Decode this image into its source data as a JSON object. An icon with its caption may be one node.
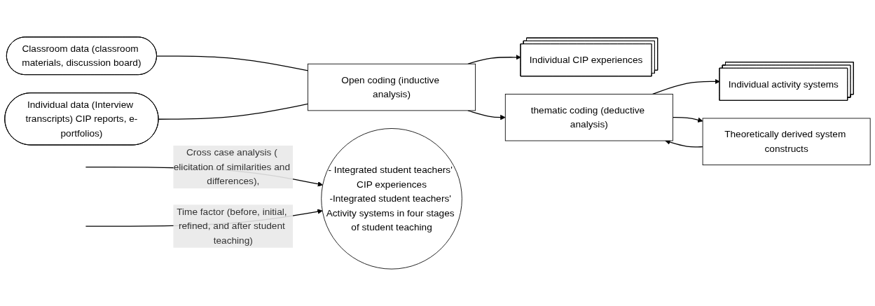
{
  "diagram": {
    "nodes": [
      {
        "text": [
          "Classroom data (classroom materials, discussion board)"
        ]
      },
      {
        "text": [
          "Individual data (Interview transcripts) CIP reports, e-portfolios)"
        ]
      },
      {
        "text": [
          "Open coding (inductive analysis)"
        ]
      },
      {
        "text": [
          "Individual CIP experiences"
        ]
      },
      {
        "text": [
          "thematic coding (deductive analysis)"
        ]
      },
      {
        "text": [
          "Individual activity systems"
        ]
      },
      {
        "text": [
          "Theoretically derived system constructs"
        ]
      },
      {
        "text": [
          "- Integrated student teachers' CIP experiences",
          "-Integrated student teachers' Activity systems in four stages of student teaching"
        ]
      }
    ],
    "edges": [
      {
        "from": 0,
        "to": 2,
        "arrow": "none"
      },
      {
        "from": 1,
        "to": 2,
        "arrow": "none"
      },
      {
        "from": 2,
        "to": 3,
        "arrow": "to"
      },
      {
        "from": 2,
        "to": 4,
        "arrow": "to"
      },
      {
        "from": 4,
        "to": 5,
        "arrow": "to"
      },
      {
        "from": 6,
        "to": 4,
        "arrow": "to"
      },
      {
        "from": 4,
        "to": 6,
        "arrow": "to"
      },
      {
        "from": null,
        "to": 7,
        "arrow": "to",
        "label": "Cross case analysis ( elicitation of similarities and differences),"
      },
      {
        "from": null,
        "to": 7,
        "arrow": "to",
        "label": "Time factor (before, initial, refined, and after student teaching)"
      }
    ]
  }
}
